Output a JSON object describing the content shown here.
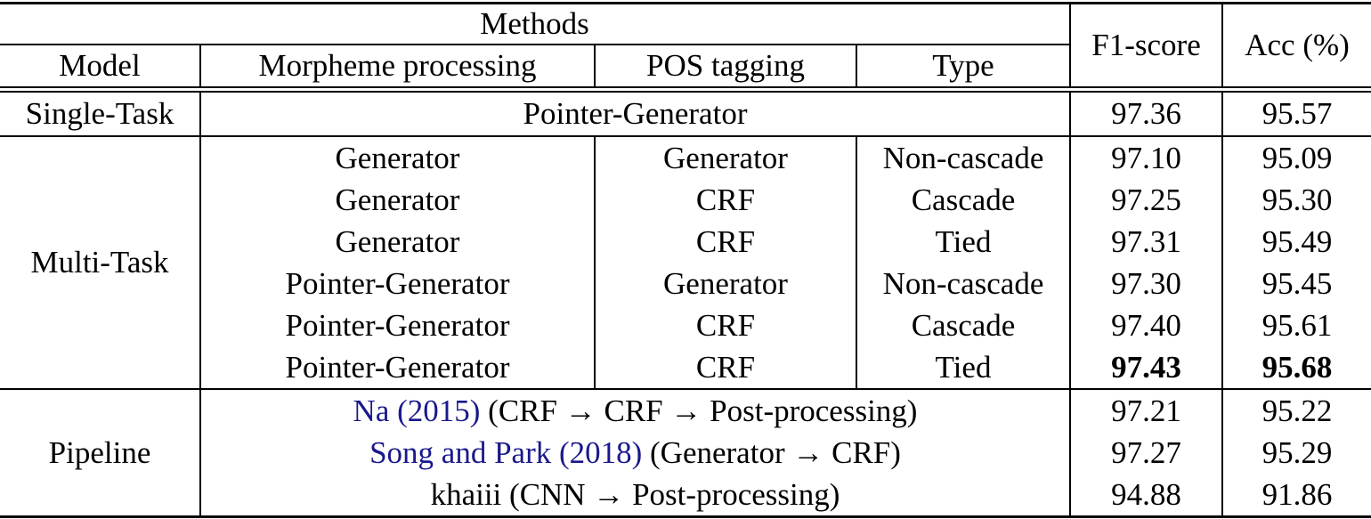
{
  "colors": {
    "citation": "#19198c",
    "text": "#000000",
    "border": "#000000",
    "background": "#ffffff"
  },
  "table": {
    "header": {
      "methods": "Methods",
      "model": "Model",
      "morpheme_processing": "Morpheme processing",
      "pos_tagging": "POS tagging",
      "type": "Type",
      "f1_score": "F1-score",
      "acc": "Acc (%)"
    },
    "single_task": {
      "label": "Single-Task",
      "method": "Pointer-Generator",
      "f1": "97.36",
      "acc": "95.57"
    },
    "multi_task": {
      "label": "Multi-Task",
      "rows": [
        {
          "morpheme": "Generator",
          "pos": "Generator",
          "type": "Non-cascade",
          "f1": "97.10",
          "acc": "95.09",
          "bold": false
        },
        {
          "morpheme": "Generator",
          "pos": "CRF",
          "type": "Cascade",
          "f1": "97.25",
          "acc": "95.30",
          "bold": false
        },
        {
          "morpheme": "Generator",
          "pos": "CRF",
          "type": "Tied",
          "f1": "97.31",
          "acc": "95.49",
          "bold": false
        },
        {
          "morpheme": "Pointer-Generator",
          "pos": "Generator",
          "type": "Non-cascade",
          "f1": "97.30",
          "acc": "95.45",
          "bold": false
        },
        {
          "morpheme": "Pointer-Generator",
          "pos": "CRF",
          "type": "Cascade",
          "f1": "97.40",
          "acc": "95.61",
          "bold": false
        },
        {
          "morpheme": "Pointer-Generator",
          "pos": "CRF",
          "type": "Tied",
          "f1": "97.43",
          "acc": "95.68",
          "bold": true
        }
      ]
    },
    "pipeline": {
      "label": "Pipeline",
      "rows": [
        {
          "cite": "Na (2015)",
          "suffix": " (CRF → CRF → Post-processing)",
          "f1": "97.21",
          "acc": "95.22"
        },
        {
          "cite": "Song and Park (2018)",
          "suffix": " (Generator → CRF)",
          "f1": "97.27",
          "acc": "95.29"
        },
        {
          "cite": "",
          "suffix": "khaiii (CNN → Post-processing)",
          "f1": "94.88",
          "acc": "91.86"
        }
      ]
    }
  }
}
